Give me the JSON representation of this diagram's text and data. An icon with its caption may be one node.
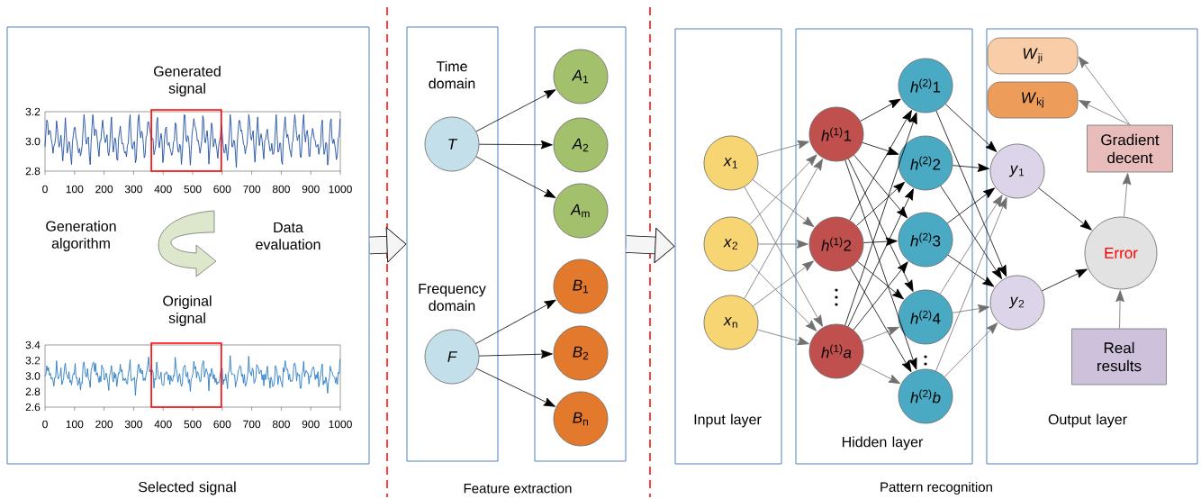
{
  "diagram": {
    "nodes": [
      {
        "text": [
          "Generated signal",
          "Generation algorithm",
          "Data evaluation",
          "Original signal",
          "Selected signal"
        ]
      },
      {
        "text": [
          "Time domain",
          "Frequency domain"
        ]
      },
      {
        "text": [],
        "shape": "box"
      },
      {
        "text": [
          "T"
        ],
        "in": 1
      },
      {
        "text": [
          "F"
        ],
        "in": 1
      },
      {
        "text": [
          "*A*$_{1}$"
        ],
        "in": 2
      },
      {
        "text": [
          "*A*$_{2}$"
        ],
        "in": 2
      },
      {
        "text": [
          "*A*$_{m}$"
        ],
        "in": 2
      },
      {
        "text": [
          "*B*$_{1}$"
        ],
        "in": 2
      },
      {
        "text": [
          "*B*$_{2}$"
        ],
        "in": 2
      },
      {
        "text": [
          "*B*$_{n}$"
        ],
        "in": 2
      },
      {
        "text": [
          "Input layer"
        ]
      },
      {
        "text": [
          "Hidden layer"
        ]
      },
      {
        "text": [
          "Output layer"
        ]
      },
      {
        "text": [
          "*x*$_{1}$"
        ],
        "in": 11
      },
      {
        "text": [
          "*x*$_{2}$"
        ],
        "in": 11
      },
      {
        "text": [
          "*x*$_{n}$"
        ],
        "in": 11
      },
      {
        "text": [
          "*h*$^{(1)}$1"
        ],
        "in": 12
      },
      {
        "text": [
          "*h*$^{(1)}$2"
        ],
        "in": 12
      },
      {
        "text": [
          "*h*$^{(1)}$*a*"
        ],
        "in": 12
      },
      {
        "text": [
          "*h*$^{(2)}$1"
        ],
        "in": 12
      },
      {
        "text": [
          "*h*$^{(2)}$2"
        ],
        "in": 12
      },
      {
        "text": [
          "*h*$^{(2)}$3"
        ],
        "in": 12
      },
      {
        "text": [
          "*h*$^{(2)}$4"
        ],
        "in": 12
      },
      {
        "text": [
          "*h*$^{(2)}$*b*"
        ],
        "in": 12
      },
      {
        "text": [
          "*W*$_{ji}$"
        ],
        "in": 13
      },
      {
        "text": [
          "*W*$_{kj}$"
        ],
        "in": 13
      },
      {
        "text": [
          "Gradient decent"
        ],
        "in": 13
      },
      {
        "text": [
          "*y*$_{1}$"
        ],
        "in": 13
      },
      {
        "text": [
          "Error"
        ],
        "in": 13
      },
      {
        "text": [
          "*y*$_{2}$"
        ],
        "in": 13
      },
      {
        "text": [
          "Real results"
        ],
        "in": 13
      }
    ],
    "edges": [
      {
        "from": 0,
        "to": 1,
        "arrow": "to",
        "style": "thick"
      },
      {
        "from": 2,
        "to": 11,
        "arrow": "to",
        "style": "thick"
      },
      {
        "from": 3,
        "to": 5,
        "arrow": "to"
      },
      {
        "from": 3,
        "to": 6,
        "arrow": "to"
      },
      {
        "from": 3,
        "to": 7,
        "arrow": "to"
      },
      {
        "from": 4,
        "to": 8,
        "arrow": "to"
      },
      {
        "from": 4,
        "to": 9,
        "arrow": "to"
      },
      {
        "from": 4,
        "to": 10,
        "arrow": "to"
      },
      {
        "from": 14,
        "to": 17,
        "arrow": "to",
        "color": "#707070"
      },
      {
        "from": 14,
        "to": 18,
        "arrow": "to",
        "color": "#707070"
      },
      {
        "from": 14,
        "to": 19,
        "arrow": "to",
        "color": "#707070"
      },
      {
        "from": 15,
        "to": 17,
        "arrow": "to",
        "color": "#707070"
      },
      {
        "from": 15,
        "to": 18,
        "arrow": "to",
        "color": "#707070"
      },
      {
        "from": 15,
        "to": 19,
        "arrow": "to",
        "color": "#707070"
      },
      {
        "from": 16,
        "to": 17,
        "arrow": "to",
        "color": "#707070"
      },
      {
        "from": 16,
        "to": 18,
        "arrow": "to",
        "color": "#707070"
      },
      {
        "from": 16,
        "to": 19,
        "arrow": "to",
        "color": "#707070"
      },
      {
        "from": 17,
        "to": 20,
        "arrow": "to"
      },
      {
        "from": 17,
        "to": 21,
        "arrow": "to"
      },
      {
        "from": 17,
        "to": 22,
        "arrow": "to"
      },
      {
        "from": 17,
        "to": 23,
        "arrow": "to"
      },
      {
        "from": 17,
        "to": 24,
        "arrow": "to"
      },
      {
        "from": 18,
        "to": 20,
        "arrow": "to"
      },
      {
        "from": 18,
        "to": 21,
        "arrow": "to"
      },
      {
        "from": 18,
        "to": 22,
        "arrow": "to"
      },
      {
        "from": 18,
        "to": 23,
        "arrow": "to"
      },
      {
        "from": 18,
        "to": 24,
        "arrow": "to"
      },
      {
        "from": 19,
        "to": 20,
        "arrow": "to"
      },
      {
        "from": 19,
        "to": 21,
        "arrow": "to"
      },
      {
        "from": 19,
        "to": 22,
        "arrow": "to"
      },
      {
        "from": 19,
        "to": 23,
        "arrow": "to",
        "color": "#707070"
      },
      {
        "from": 19,
        "to": 24,
        "arrow": "to",
        "color": "#707070"
      },
      {
        "from": 20,
        "to": 28,
        "arrow": "to"
      },
      {
        "from": 20,
        "to": 30,
        "arrow": "to"
      },
      {
        "from": 21,
        "to": 28,
        "arrow": "to"
      },
      {
        "from": 21,
        "to": 30,
        "arrow": "to"
      },
      {
        "from": 22,
        "to": 28,
        "arrow": "to"
      },
      {
        "from": 22,
        "to": 30,
        "arrow": "to"
      },
      {
        "from": 23,
        "to": 28,
        "arrow": "to",
        "color": "#707070"
      },
      {
        "from": 23,
        "to": 30,
        "arrow": "to",
        "color": "#707070"
      },
      {
        "from": 24,
        "to": 28,
        "arrow": "to",
        "color": "#707070"
      },
      {
        "from": 24,
        "to": 30,
        "arrow": "to",
        "color": "#707070"
      },
      {
        "from": 28,
        "to": 29,
        "arrow": "to"
      },
      {
        "from": 30,
        "to": 29,
        "arrow": "to"
      },
      {
        "from": 29,
        "to": 27,
        "arrow": "to",
        "color": "#707070"
      },
      {
        "from": 31,
        "to": 29,
        "arrow": "to",
        "color": "#707070"
      },
      {
        "from": 27,
        "to": 25,
        "arrow": "to",
        "color": "#707070"
      },
      {
        "from": 27,
        "to": 26,
        "arrow": "to",
        "color": "#707070"
      }
    ],
    "labels": [
      "3.2",
      "3.0",
      "2.8",
      "0",
      "100",
      "200",
      "300",
      "400",
      "500",
      "600",
      "700",
      "800",
      "900",
      "1000",
      "3.4",
      "3.2",
      "3.0",
      "2.8",
      "2.6",
      "0",
      "100",
      "200",
      "300",
      "400",
      "500",
      "600",
      "700",
      "800",
      "900",
      "1000",
      "Feature extraction",
      "Pattern recognition"
    ]
  }
}
